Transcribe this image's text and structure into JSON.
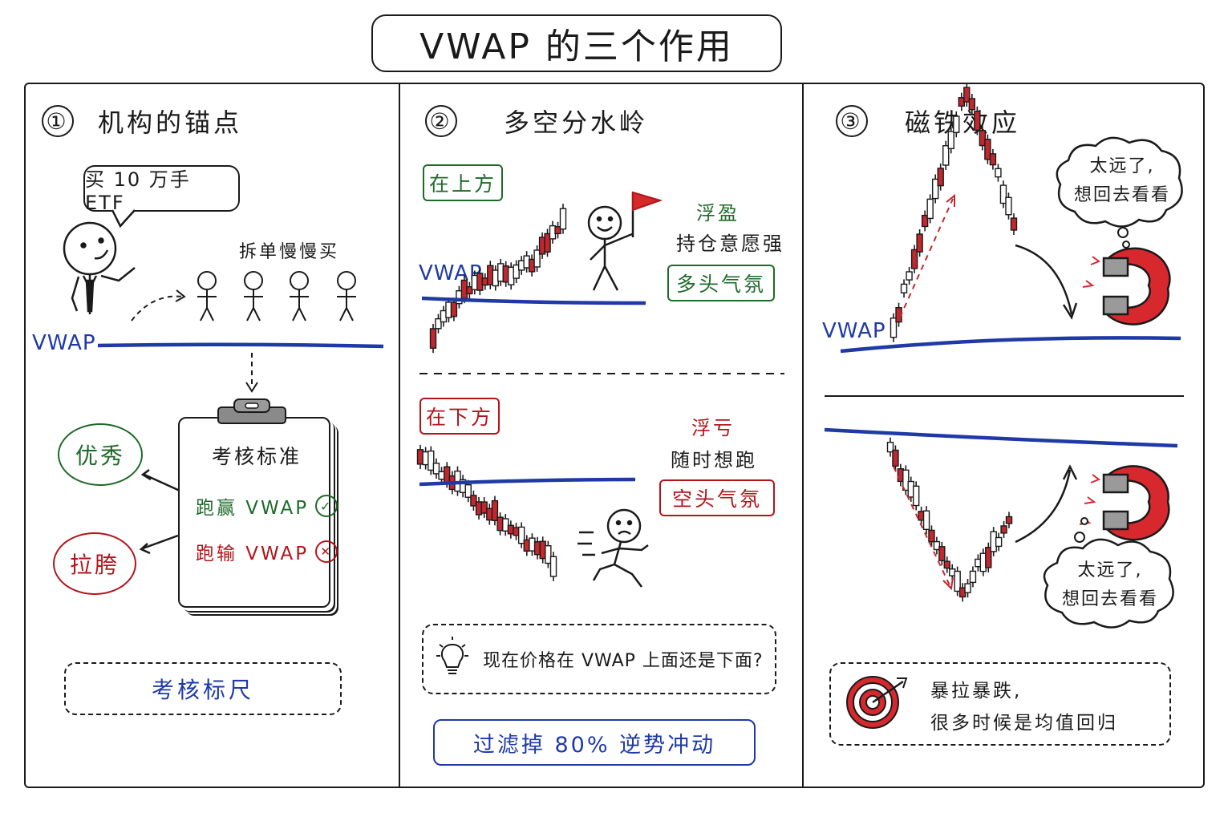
{
  "title": "VWAP 的三个作用",
  "vwap_label": "VWAP",
  "panel1": {
    "number": "①",
    "title": "机构的锚点",
    "speech": "买 10 万手 ETF",
    "split_label": "拆单慢慢买",
    "clipboard_title": "考核标准",
    "beat": {
      "label": "跑赢 VWAP",
      "mark": "✓"
    },
    "lose": {
      "label": "跑输 VWAP",
      "mark": "✕"
    },
    "good": "优秀",
    "bad": "拉胯",
    "footer": "考核标尺"
  },
  "panel2": {
    "number": "②",
    "title": "多空分水岭",
    "above_tag": "在上方",
    "above_profit": "浮盈",
    "above_hold": "持仓意愿强",
    "above_mood": "多头气氛",
    "below_tag": "在下方",
    "below_loss": "浮亏",
    "below_run": "随时想跑",
    "below_mood": "空头气氛",
    "question": "现在价格在 VWAP 上面还是下面?",
    "footer": "过滤掉 80% 逆势冲动"
  },
  "panel3": {
    "number": "③",
    "title": "磁铁效应",
    "cloud_line1": "太远了,",
    "cloud_line2": "想回去看看",
    "footer_line1": "暴拉暴跌,",
    "footer_line2": "很多时候是均值回归"
  },
  "colors": {
    "vwap": "#1f3aa6",
    "green": "#1f6a2a",
    "red": "#b3141b",
    "ink": "#1a1a1a"
  },
  "icons": [
    "stick-figure-icon",
    "flag-icon",
    "lightbulb-icon",
    "magnet-icon",
    "target-icon",
    "check-icon",
    "cross-icon"
  ]
}
